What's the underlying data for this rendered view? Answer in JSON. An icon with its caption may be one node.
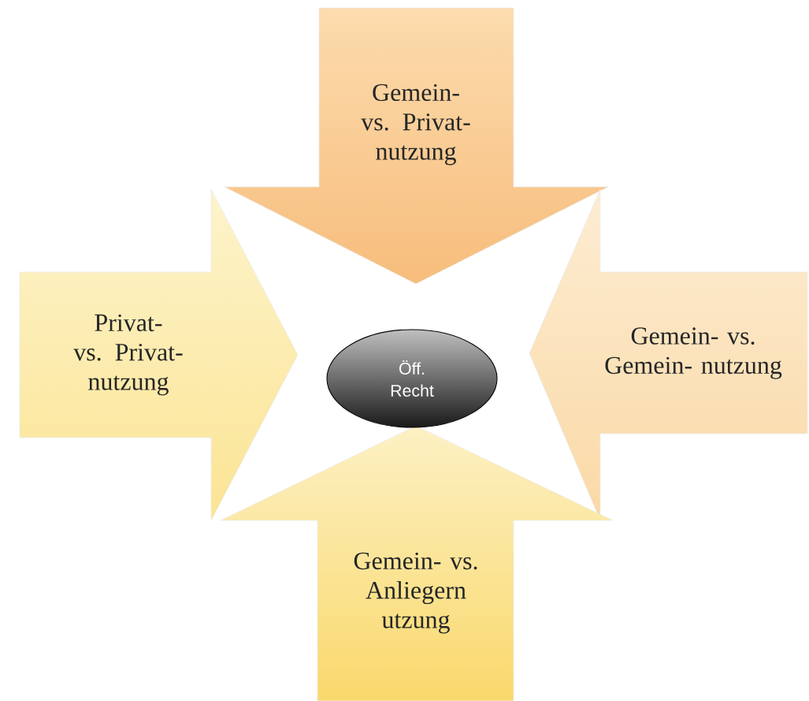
{
  "diagram": {
    "nodes": [
      {
        "text": [
          "Gemein- vs. Privat- nutzung"
        ]
      },
      {
        "text": [
          "Privat- vs. Privat- nutzung"
        ]
      },
      {
        "text": [
          "Gemein- vs. Gemein- nutzung"
        ]
      },
      {
        "text": [
          "Gemein- vs. Anliegern utzung"
        ]
      },
      {
        "text": [
          "Öff. Recht"
        ]
      }
    ]
  }
}
